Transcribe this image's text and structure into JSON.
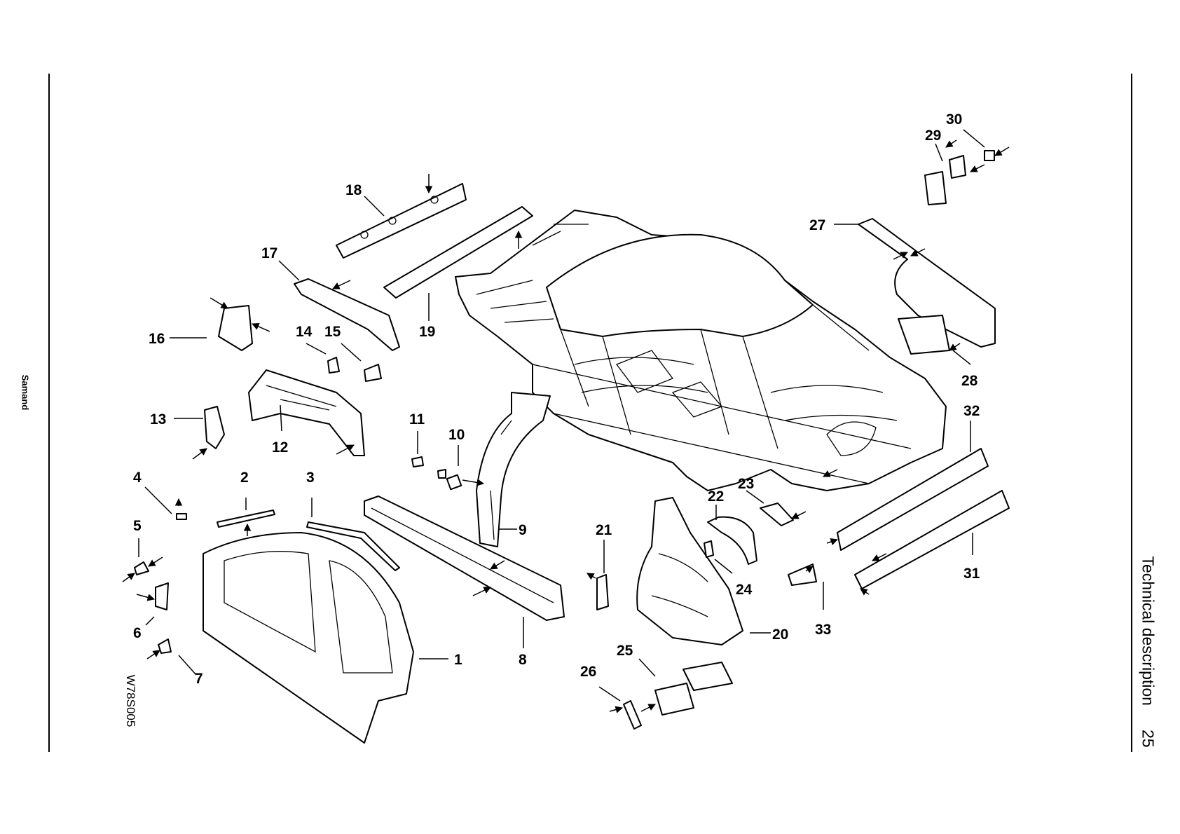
{
  "header": {
    "sidebar_title": "Samand"
  },
  "footer": {
    "section_title": "Technical description",
    "page_number": "25"
  },
  "figure": {
    "code": "W78S005",
    "callouts": [
      "1",
      "2",
      "3",
      "4",
      "5",
      "6",
      "7",
      "8",
      "9",
      "10",
      "11",
      "12",
      "13",
      "14",
      "15",
      "16",
      "17",
      "18",
      "19",
      "20",
      "21",
      "22",
      "23",
      "24",
      "25",
      "26",
      "27",
      "28",
      "29",
      "30",
      "31",
      "32",
      "33"
    ]
  }
}
